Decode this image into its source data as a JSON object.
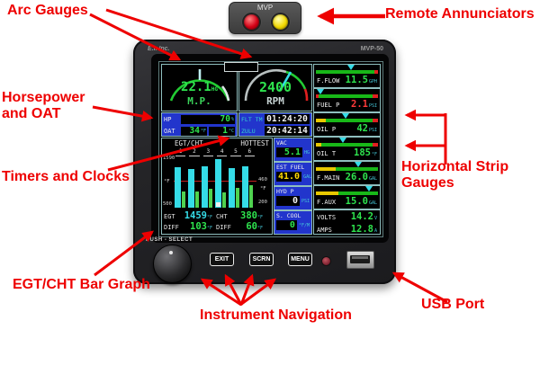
{
  "colors": {
    "green": "#2ee44e",
    "cyan": "#35dce8",
    "yellow": "#ffd800",
    "red": "#ff3a3a",
    "white": "#f2f2f2",
    "green_bar": "#18b818",
    "yellow_bar": "#e8c800",
    "red_bar": "#e02020",
    "annotation": "#ee0000",
    "screen_blue": "#2235cc"
  },
  "annunciator": {
    "label": "MVP"
  },
  "device": {
    "brand": "E.I. Inc.",
    "model": "MVP-50",
    "knob_label": "PUSH - SELECT",
    "buttons": [
      {
        "label": "EXIT"
      },
      {
        "label": "SCRN"
      },
      {
        "label": "MENU"
      }
    ]
  },
  "screen": {
    "mp_gauge": {
      "value": "22.1",
      "unit": "HG",
      "label": "M.P."
    },
    "rpm_gauge": {
      "value": "2400",
      "label": "RPM"
    },
    "hp": {
      "label": "HP",
      "value": "70",
      "unit": "%"
    },
    "oat": {
      "label": "OAT",
      "value_f": "34",
      "unit_f": "°F",
      "value_c": "1",
      "unit_c": "°C"
    },
    "clocks": [
      {
        "label": "FLT TM",
        "value": "01:24:20"
      },
      {
        "label": "ZULU",
        "value": "20:42:14"
      }
    ],
    "egt_cht": {
      "title": "EGT/CHT",
      "hottest_label": "HOTTEST",
      "cylinders": [
        "1",
        "2",
        "3",
        "4",
        "5",
        "6"
      ],
      "left_axis": {
        "top": "1590",
        "mid": "°F",
        "bottom": "500"
      },
      "right_axis": {
        "top": "460",
        "mid": "°F",
        "bottom": "200"
      },
      "egt_pct": [
        80,
        76,
        82,
        97,
        78,
        82
      ],
      "cht_pct": [
        33,
        33,
        38,
        31,
        40,
        44
      ],
      "hottest_cylinder": 4,
      "limit_line_pct": 46,
      "readouts": [
        {
          "label": "EGT",
          "value": "1459",
          "unit": "°F",
          "value_color": "cyan"
        },
        {
          "label": "CHT",
          "value": "380",
          "unit": "°F",
          "value_color": "green"
        },
        {
          "label": "DIFF",
          "value": "103",
          "unit": "°F",
          "value_color": "green"
        },
        {
          "label": "DIFF",
          "value": "60",
          "unit": "°F",
          "value_color": "green"
        }
      ]
    },
    "center_gauges": [
      {
        "label": "VAC",
        "value": "5.1",
        "unit": "HG",
        "value_color": "green"
      },
      {
        "label": "EST FUEL",
        "value": "41.0",
        "unit": "GAL",
        "value_color": "yellow"
      },
      {
        "label": "HYD P",
        "value": "0",
        "unit": "PSI",
        "value_color": "white"
      },
      {
        "label": "S. COOL",
        "value": "0",
        "unit": "°F/M",
        "value_color": "green"
      }
    ],
    "strip_gauges": [
      {
        "label": "F.FLOW",
        "value": "11.5",
        "unit": "GPH",
        "value_color": "green",
        "pointer_pct": 57,
        "segments": [
          [
            "green_bar",
            94
          ],
          [
            "red_bar",
            6
          ]
        ]
      },
      {
        "label": "FUEL P",
        "value": "2.1",
        "unit": "PSI",
        "value_color": "red",
        "pointer_pct": 7,
        "segments": [
          [
            "red_bar",
            5
          ],
          [
            "green_bar",
            87
          ],
          [
            "red_bar",
            8
          ]
        ]
      },
      {
        "label": "OIL P",
        "value": "42",
        "unit": "PSI",
        "value_color": "green",
        "pointer_pct": 48,
        "segments": [
          [
            "yellow_bar",
            16
          ],
          [
            "green_bar",
            76
          ],
          [
            "red_bar",
            8
          ]
        ]
      },
      {
        "label": "OIL T",
        "value": "185",
        "unit": "°F",
        "value_color": "green",
        "pointer_pct": 43,
        "segments": [
          [
            "yellow_bar",
            8
          ],
          [
            "green_bar",
            84
          ],
          [
            "red_bar",
            8
          ]
        ]
      },
      {
        "label": "F.MAIN",
        "value": "26.0",
        "unit": "GAL",
        "value_color": "green",
        "pointer_pct": 68,
        "segments": [
          [
            "yellow_bar",
            32
          ],
          [
            "green_bar",
            68
          ]
        ]
      },
      {
        "label": "F.AUX",
        "value": "15.0",
        "unit": "GAL",
        "value_color": "green",
        "pointer_pct": 85,
        "segments": [
          [
            "yellow_bar",
            36
          ],
          [
            "green_bar",
            64
          ]
        ]
      }
    ],
    "electrics": [
      {
        "label": "VOLTS",
        "value": "14.2",
        "unit": "V"
      },
      {
        "label": "AMPS",
        "value": "12.8",
        "unit": "A"
      }
    ]
  },
  "annotations": {
    "arc_gauges": "Arc Gauges",
    "remote_annunciators": "Remote Annunciators",
    "horsepower_oat": "Horsepower and OAT",
    "timers_clocks": "Timers and Clocks",
    "horizontal_strip_gauges": "Horizontal Strip Gauges",
    "egt_cht_bar_graph": "EGT/CHT Bar Graph",
    "instrument_navigation": "Instrument Navigation",
    "usb_port": "USB Port"
  }
}
